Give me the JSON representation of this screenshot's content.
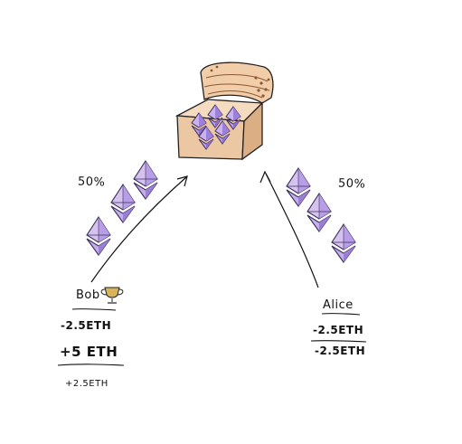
{
  "bob": {
    "name": "Bob",
    "share": "50%",
    "line1": "-2.5ETH",
    "line2": "+5 ETH",
    "result": "+2.5ETH"
  },
  "alice": {
    "name": "Alice",
    "share": "50%",
    "line1": "-2.5ETH",
    "line2": "-2.5ETH"
  },
  "icons": {
    "chest": "treasure-chest-icon",
    "trophy": "trophy-icon",
    "coin": "ethereum-diamond-icon"
  },
  "colors": {
    "chest_body": "#ecc7a3",
    "chest_lid": "#f1cda9",
    "eth_light": "#d6c2ef",
    "eth_dark": "#9b7fd6",
    "eth_outline": "#3a2f5a",
    "trophy": "#d8b35a"
  }
}
